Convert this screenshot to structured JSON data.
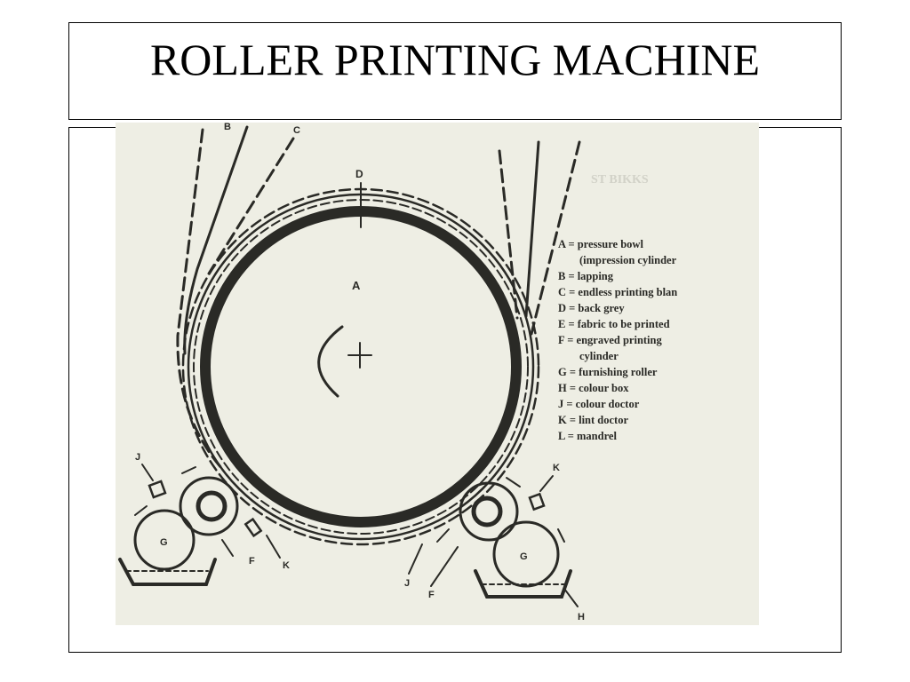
{
  "slide": {
    "title": "ROLLER PRINTING MACHINE"
  },
  "diagram": {
    "legend": [
      "A = pressure bowl",
      "(impression cylinder",
      "B = lapping",
      "C = endless printing blan",
      "D = back grey",
      "E = fabric to be printed",
      "F = engraved printing",
      "cylinder",
      "G = furnishing roller",
      "H = colour box",
      "J = colour doctor",
      "K = lint doctor",
      "L = mandrel"
    ],
    "labels": {
      "a": "A",
      "b": "B",
      "c": "C",
      "d": "D",
      "j_left": "J",
      "k_right": "K",
      "f_left": "F",
      "k_left": "K",
      "j_right": "J",
      "f_right": "F",
      "h": "H",
      "g_left": "G",
      "g_right": "G",
      "faded_text": "ST BIKKS"
    },
    "colors": {
      "paper": "#eeeee4",
      "ink": "#2a2a26"
    }
  }
}
